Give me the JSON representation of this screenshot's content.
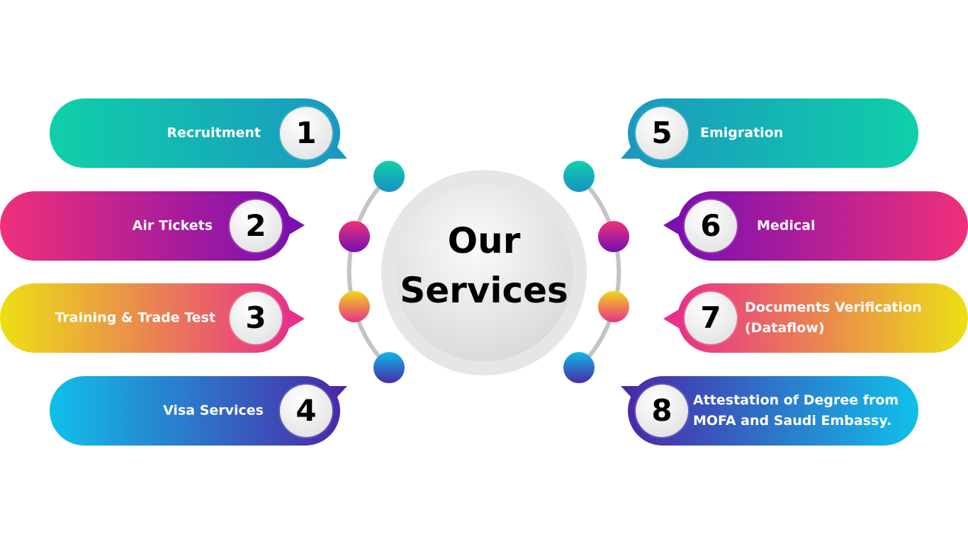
{
  "title": {
    "line1": "Our",
    "line2": "Services"
  },
  "services": [
    {
      "number": "1",
      "label": "Recruitment",
      "colors": [
        "#0fd0a8",
        "#1a98c0"
      ]
    },
    {
      "number": "2",
      "label": "Air Tickets",
      "colors": [
        "#f0307a",
        "#7a10b0"
      ]
    },
    {
      "number": "3",
      "label": "Training & Trade Test",
      "colors": [
        "#ece014",
        "#e8308a"
      ]
    },
    {
      "number": "4",
      "label": "Visa Services",
      "colors": [
        "#10c0ea",
        "#4a2aa8"
      ]
    },
    {
      "number": "5",
      "label": "Emigration",
      "colors": [
        "#1a98c0",
        "#0fd0a8"
      ]
    },
    {
      "number": "6",
      "label": "Medical",
      "colors": [
        "#7a10b0",
        "#f0307a"
      ]
    },
    {
      "number": "7",
      "label_line1": "Documents Verification",
      "label_line2": "(Dataflow)",
      "colors": [
        "#e8308a",
        "#ece014"
      ]
    },
    {
      "number": "8",
      "label_line1": "Attestation of Degree from",
      "label_line2": "MOFA and Saudi Embassy.",
      "colors": [
        "#4a2aa8",
        "#10c0ea"
      ]
    }
  ]
}
